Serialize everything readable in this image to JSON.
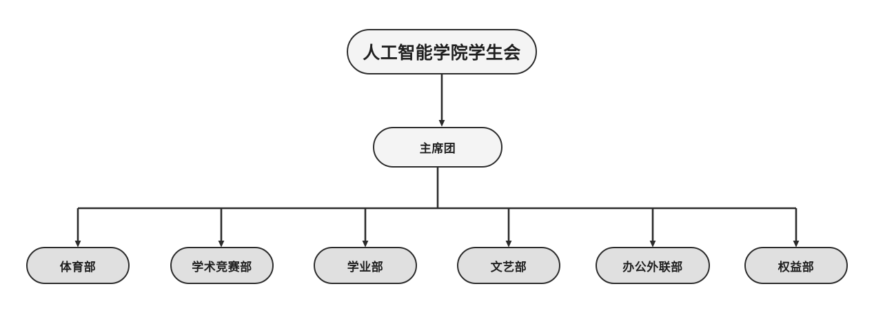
{
  "diagram": {
    "type": "organization-chart",
    "orientation": "top-down",
    "background_color": "#ffffff",
    "edge_color": "#2b2b2b",
    "node_border_color": "#2b2b2b",
    "node_text_color": "#1f1f1f",
    "root": {
      "id": "root",
      "label": "人工智能学院学生会",
      "fill_color": "#f4f4f4"
    },
    "middle": {
      "id": "presidium",
      "label": "主席团",
      "fill_color": "#f4f4f4"
    },
    "departments": [
      {
        "id": "sports",
        "label": "体育部",
        "fill_color": "#e0e0e0"
      },
      {
        "id": "academic",
        "label": "学术竞赛部",
        "fill_color": "#e0e0e0"
      },
      {
        "id": "studies",
        "label": "学业部",
        "fill_color": "#e0e0e0"
      },
      {
        "id": "arts",
        "label": "文艺部",
        "fill_color": "#e0e0e0"
      },
      {
        "id": "office",
        "label": "办公外联部",
        "fill_color": "#e0e0e0"
      },
      {
        "id": "rights",
        "label": "权益部",
        "fill_color": "#e0e0e0"
      }
    ]
  }
}
